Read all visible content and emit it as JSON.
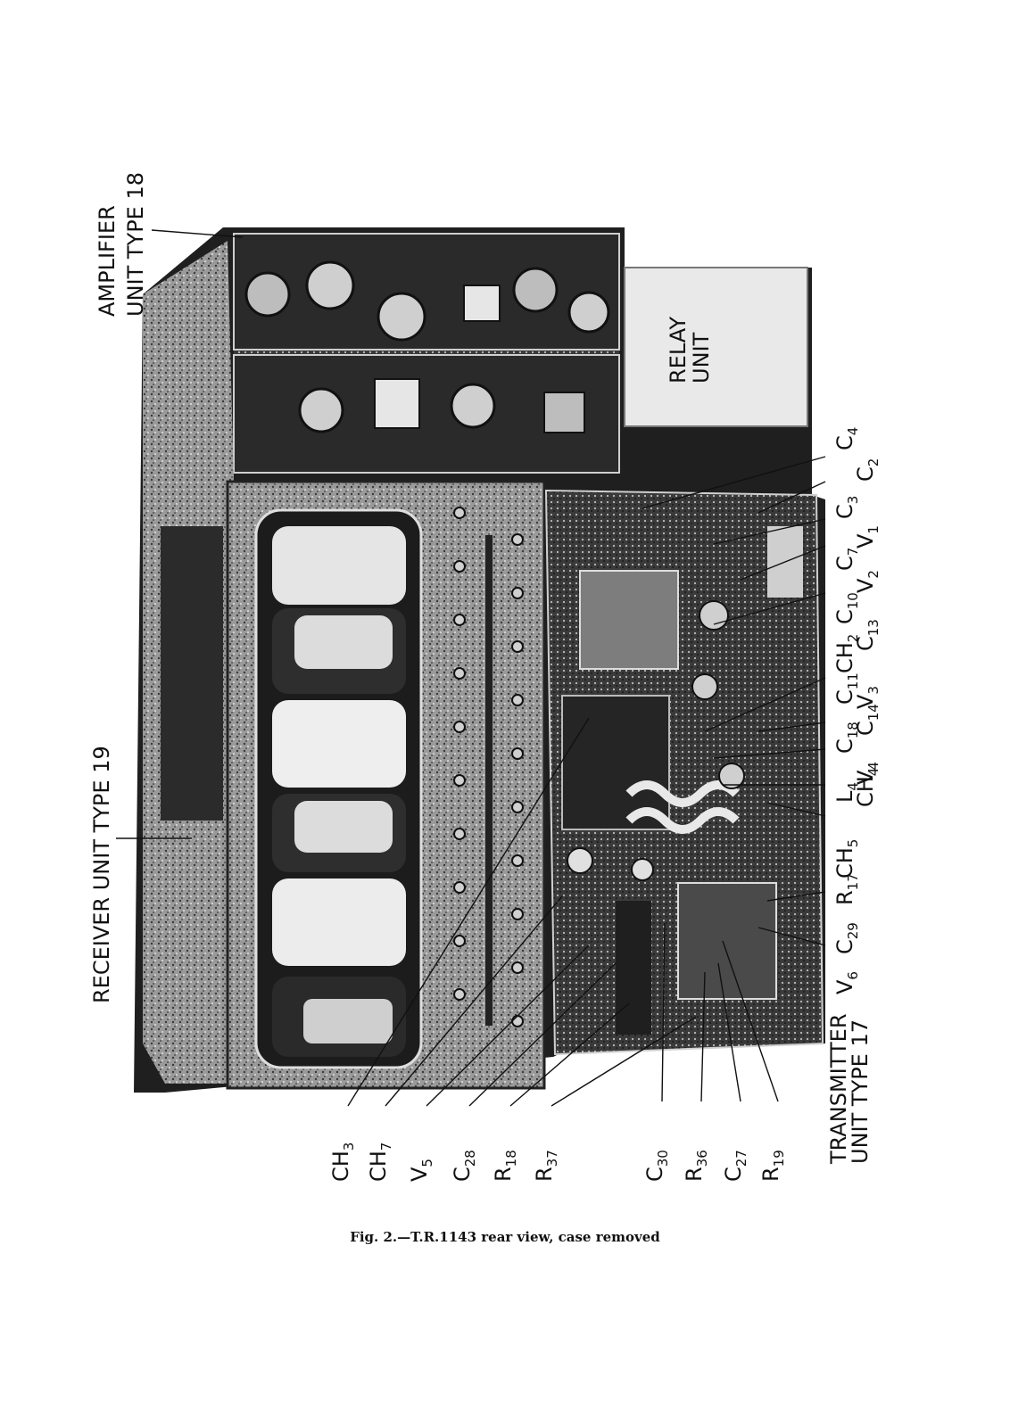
{
  "labels": {
    "amplifier_unit": {
      "line1": "AMPLIFIER",
      "line2": "UNIT  TYPE 18"
    },
    "relay_unit": {
      "line1": "RELAY",
      "line2": "UNIT"
    },
    "receiver_unit": "RECEIVER  UNIT  TYPE 19",
    "transmitter_unit": {
      "line1": "TRANSMITTER",
      "line2": "UNIT  TYPE 17"
    }
  },
  "left_callouts": [
    {
      "base": "CH",
      "sub": "3"
    },
    {
      "base": "CH",
      "sub": "7"
    },
    {
      "base": "V",
      "sub": "5"
    },
    {
      "base": "C",
      "sub": "28"
    },
    {
      "base": "R",
      "sub": "18"
    },
    {
      "base": "R",
      "sub": "37"
    },
    {
      "base": "C",
      "sub": "30"
    },
    {
      "base": "R",
      "sub": "36"
    },
    {
      "base": "C",
      "sub": "27"
    },
    {
      "base": "R",
      "sub": "19"
    }
  ],
  "right_callouts": [
    {
      "base": "C",
      "sub": "4"
    },
    {
      "base": "C",
      "sub": "2"
    },
    {
      "base": "C",
      "sub": "3"
    },
    {
      "base": "V",
      "sub": "1"
    },
    {
      "base": "C",
      "sub": "7"
    },
    {
      "base": "V",
      "sub": "2"
    },
    {
      "base": "C",
      "sub": "10"
    },
    {
      "base": "C",
      "sub": "13"
    },
    {
      "base": "CH",
      "sub": "2"
    },
    {
      "base": "V",
      "sub": "3"
    },
    {
      "base": "C",
      "sub": "11"
    },
    {
      "base": "C",
      "sub": "14"
    },
    {
      "base": "C",
      "sub": "18"
    },
    {
      "base": "V",
      "sub": "4"
    },
    {
      "base": "L",
      "sub": "4"
    },
    {
      "base": "CH",
      "sub": "4"
    },
    {
      "base": "CH",
      "sub": "5"
    },
    {
      "base": "R",
      "sub": "17"
    },
    {
      "base": "C",
      "sub": "29"
    },
    {
      "base": "V",
      "sub": "6"
    }
  ],
  "caption": "Fig. 2.—T.R.1143 rear view, case removed",
  "colors": {
    "ink": "#111111",
    "paper": "#ffffff",
    "photo_dark": "#2b2b2b",
    "photo_mid": "#7a7a7a",
    "photo_light": "#d9d9d9"
  }
}
